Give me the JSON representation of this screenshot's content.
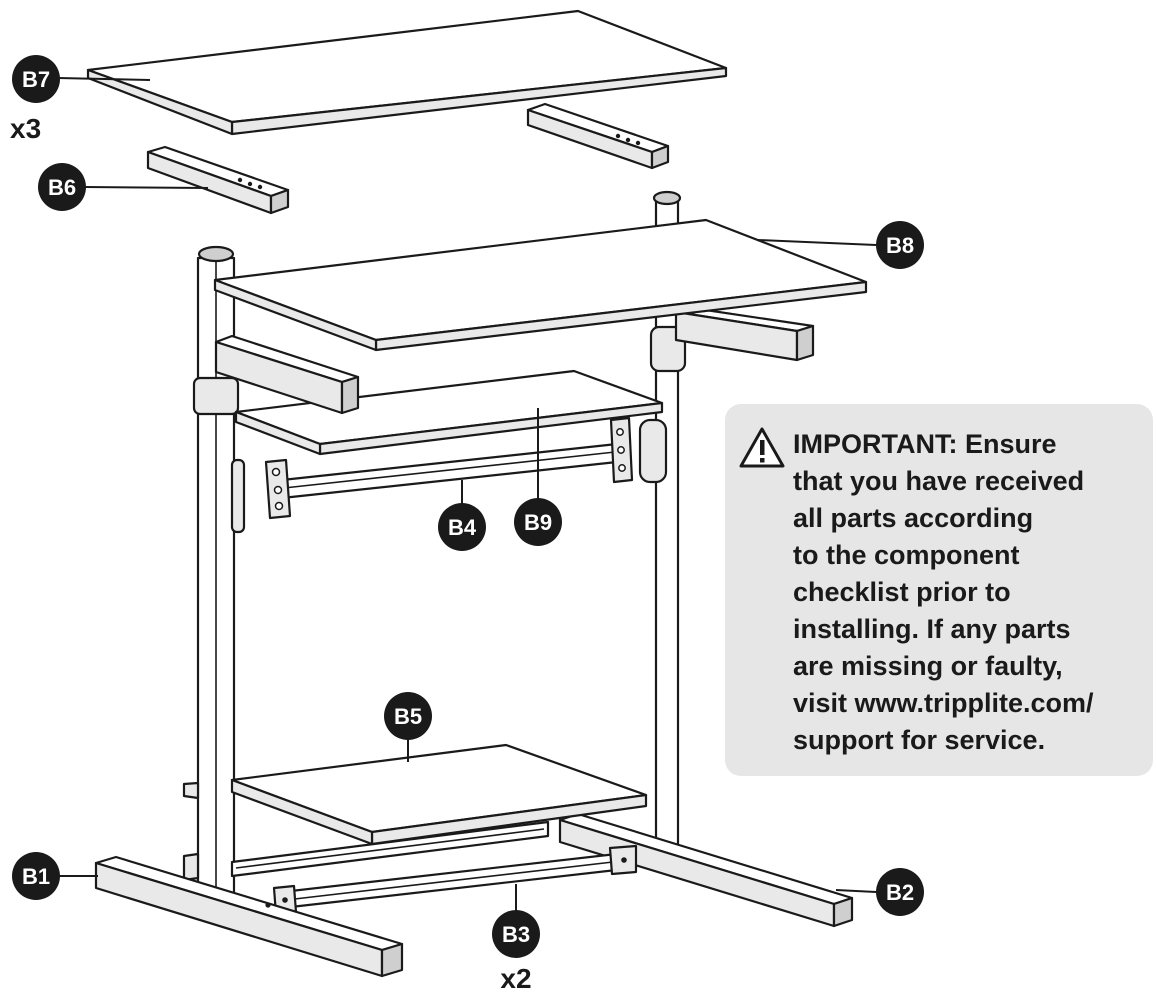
{
  "parts": [
    {
      "id": "B1",
      "label": "B1"
    },
    {
      "id": "B2",
      "label": "B2"
    },
    {
      "id": "B3",
      "label": "B3",
      "quantity": "x2"
    },
    {
      "id": "B4",
      "label": "B4"
    },
    {
      "id": "B5",
      "label": "B5"
    },
    {
      "id": "B6",
      "label": "B6"
    },
    {
      "id": "B7",
      "label": "B7",
      "quantity": "x3"
    },
    {
      "id": "B8",
      "label": "B8"
    },
    {
      "id": "B9",
      "label": "B9"
    }
  ],
  "notice": {
    "icon": "warning-triangle-icon",
    "lines": [
      "IMPORTANT: Ensure",
      "that you have received",
      "all parts according",
      "to the component",
      "checklist prior to",
      "installing. If any parts",
      "are missing or faulty,",
      "visit www.tripplite.com/",
      "support for service."
    ]
  },
  "colors": {
    "badge": "#1a1a1a",
    "notice_background": "#e6e6e6",
    "line_art": "#1a1a1a"
  }
}
